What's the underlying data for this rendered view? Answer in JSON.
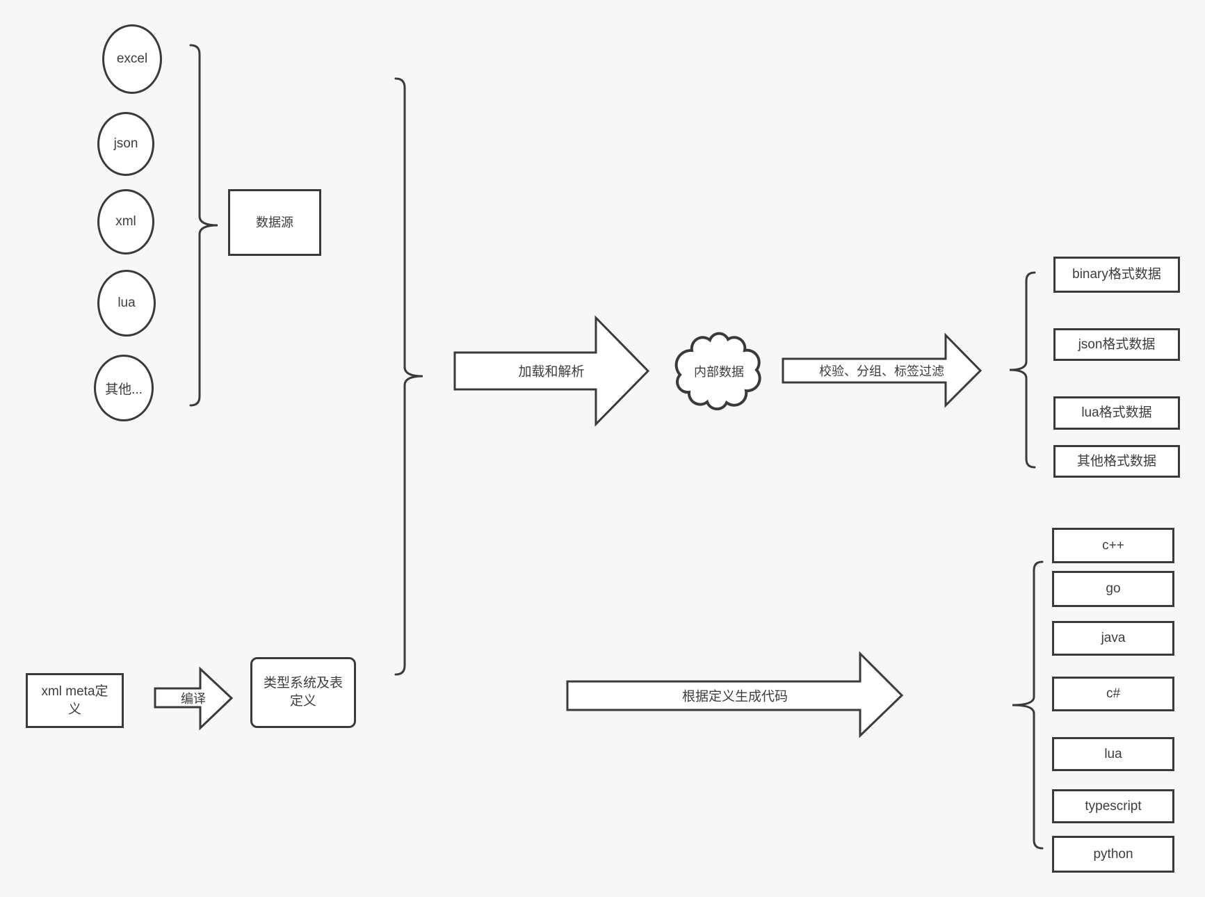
{
  "colors": {
    "background": "#f7f7f7",
    "stroke": "#3a3a3a",
    "shape_fill": "#ffffff",
    "text": "#3d3d3d"
  },
  "sources": {
    "group_label": "数据源",
    "items": [
      "excel",
      "json",
      "xml",
      "lua",
      "其他..."
    ]
  },
  "definitions": {
    "xml_meta_label": "xml meta定义",
    "compile_label": "编译",
    "type_system_label": "类型系统及表定义"
  },
  "pipeline": {
    "load_parse_label": "加载和解析",
    "internal_data_label": "内部数据",
    "filter_label": "校验、分组、标签过滤",
    "generate_code_label": "根据定义生成代码"
  },
  "output_formats": [
    "binary格式数据",
    "json格式数据",
    "lua格式数据",
    "其他格式数据"
  ],
  "code_targets": [
    "c++",
    "go",
    "java",
    "c#",
    "lua",
    "typescript",
    "python"
  ]
}
